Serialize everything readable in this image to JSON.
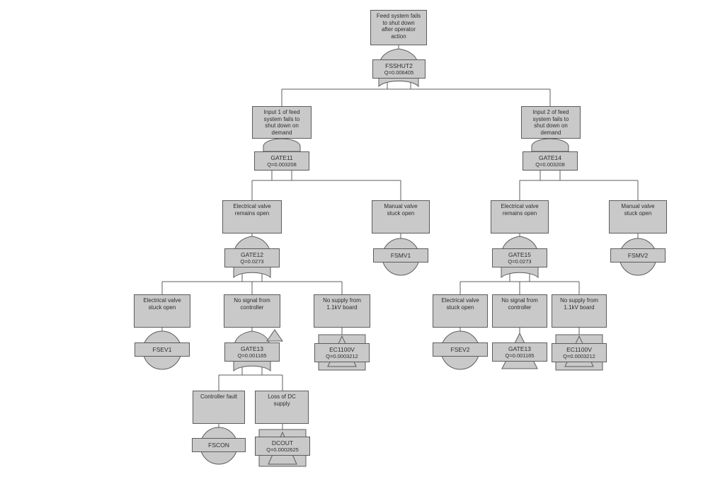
{
  "diagram": {
    "type": "fault-tree",
    "colors": {
      "node_fill": "#c9c9c9",
      "node_border": "#5c5c5c",
      "line": "#5c5c5c",
      "background": "#ffffff",
      "text": "#2e2e2e"
    },
    "events": {
      "top": {
        "desc": "Feed system fails\nto shut down\nafter operator\naction"
      },
      "input1": {
        "desc": "Input 1 of feed\nsystem fails to\nshut down on\ndemand"
      },
      "input2": {
        "desc": "Input 2 of feed\nsystem fails to\nshut down on\ndemand"
      },
      "ev_remains_1": {
        "desc": "Electrical valve\nremains open"
      },
      "mv_stuck_1": {
        "desc": "Manual valve\nstuck open"
      },
      "ev_remains_2": {
        "desc": "Electrical valve\nremains open"
      },
      "mv_stuck_2": {
        "desc": "Manual valve\nstuck open"
      },
      "ev_stuck_1": {
        "desc": "Electrical valve\nstuck open"
      },
      "no_signal_1": {
        "desc": "No signal from\ncontroller"
      },
      "no_supply_1": {
        "desc": "No supply from\n1.1kV board"
      },
      "ev_stuck_2": {
        "desc": "Electrical valve\nstuck open"
      },
      "no_signal_2": {
        "desc": "No signal from\ncontroller"
      },
      "no_supply_2": {
        "desc": "No supply from\n1.1kV board"
      },
      "ctrl_fault": {
        "desc": "Controller fault"
      },
      "dc_loss": {
        "desc": "Loss of DC\nsupply"
      }
    },
    "symbols": {
      "fsshut2": {
        "name": "FSSHUT2",
        "q": "Q=0.006405",
        "gate": "or"
      },
      "gate11": {
        "name": "GATE11",
        "q": "Q=0.003208",
        "gate": "and"
      },
      "gate14": {
        "name": "GATE14",
        "q": "Q=0.003208",
        "gate": "and"
      },
      "gate12": {
        "name": "GATE12",
        "q": "Q=0.0273",
        "gate": "or"
      },
      "gate15": {
        "name": "GATE15",
        "q": "Q=0.0273",
        "gate": "or"
      },
      "fsmv1": {
        "name": "FSMV1",
        "gate": "basic-event"
      },
      "fsmv2": {
        "name": "FSMV2",
        "gate": "basic-event"
      },
      "fsev1": {
        "name": "FSEV1",
        "gate": "basic-event"
      },
      "gate13_left": {
        "name": "GATE13",
        "q": "Q=0.001165",
        "gate": "or-with-transfer-out"
      },
      "ec1100v_left": {
        "name": "EC1100V",
        "q": "Q=0.0003212",
        "gate": "transfer"
      },
      "fsev2": {
        "name": "FSEV2",
        "gate": "basic-event"
      },
      "gate13_right": {
        "name": "GATE13",
        "q": "Q=0.001165",
        "gate": "transfer"
      },
      "ec1100v_right": {
        "name": "EC1100V",
        "q": "Q=0.0003212",
        "gate": "transfer"
      },
      "fscon": {
        "name": "FSCON",
        "gate": "basic-event"
      },
      "dcout": {
        "name": "DCOUT",
        "q": "Q=0.0002625",
        "gate": "transfer"
      }
    }
  }
}
